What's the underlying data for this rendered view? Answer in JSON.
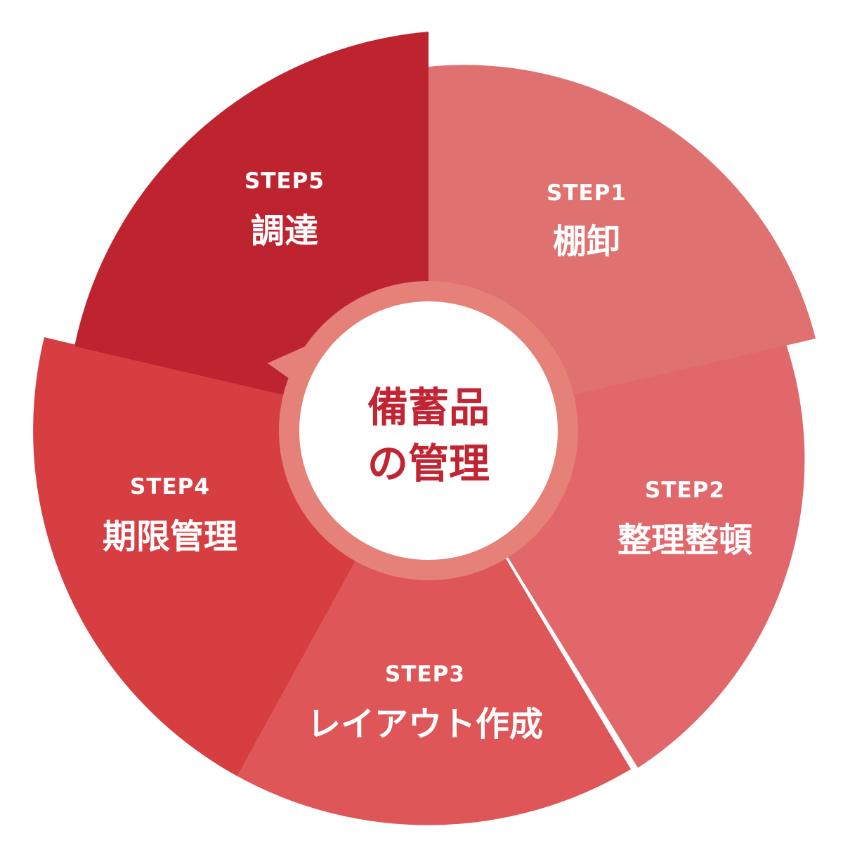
{
  "center": {
    "line1": "備蓄品",
    "line2": "の管理"
  },
  "steps": [
    {
      "step": "STEP1",
      "label": "棚卸"
    },
    {
      "step": "STEP2",
      "label": "整理整頓"
    },
    {
      "step": "STEP3",
      "label": "レイアウト作成"
    },
    {
      "step": "STEP4",
      "label": "期限管理"
    },
    {
      "step": "STEP5",
      "label": "調達"
    }
  ],
  "colors": {
    "step1": "#df7170",
    "step2": "#e2676a",
    "step3": "#de5657",
    "step4": "#d73e42",
    "step5": "#be2430",
    "ring": "#e58178",
    "center_fill": "#ffffff",
    "center_text": "#c22532",
    "step_text": "#ffffff"
  }
}
